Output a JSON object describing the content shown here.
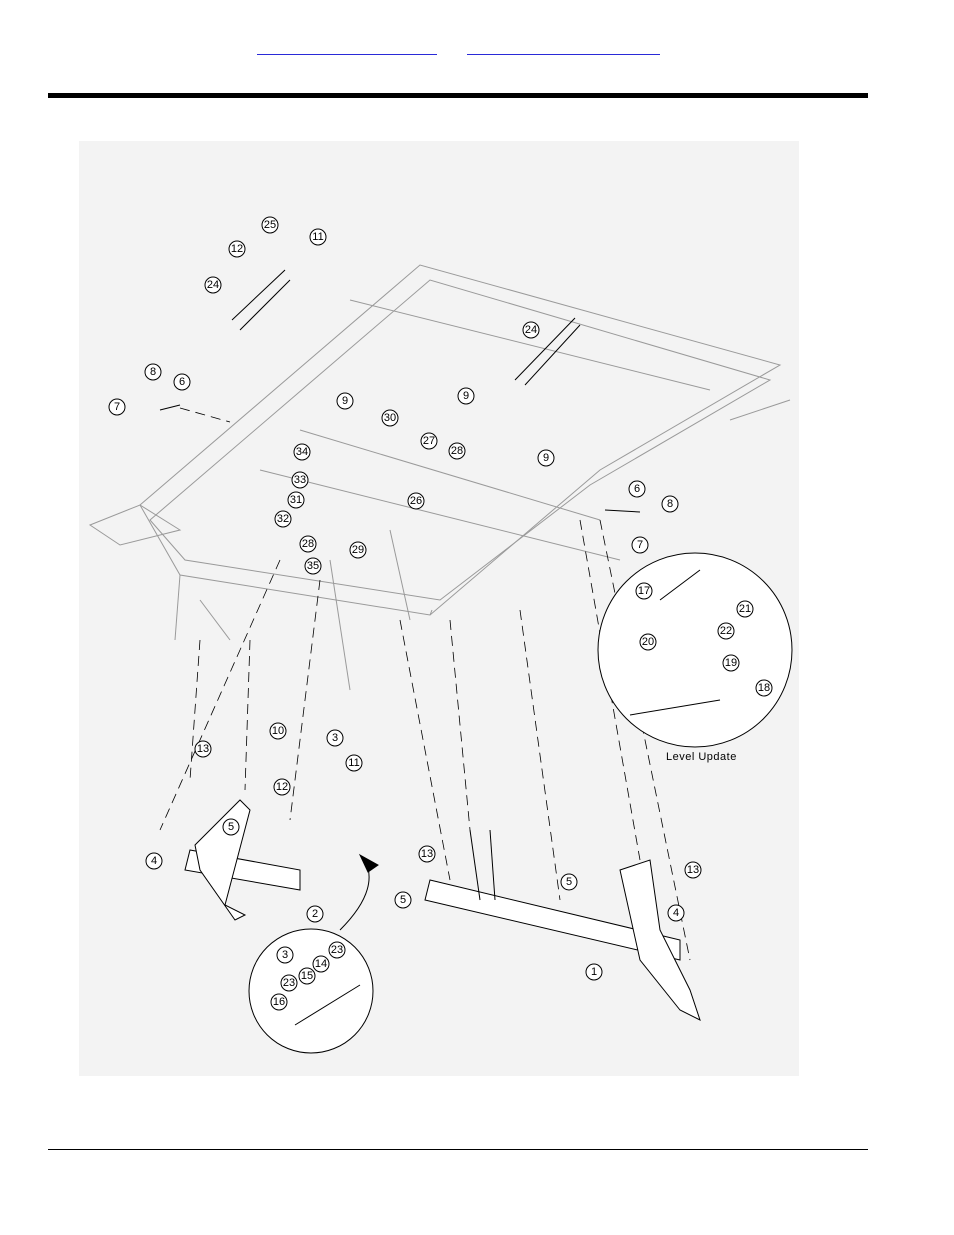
{
  "nav": {
    "link1": "",
    "link2": ""
  },
  "figure": {
    "caption": "Level Update",
    "callouts": [
      "25",
      "12",
      "11",
      "24",
      "24",
      "8",
      "6",
      "7",
      "9",
      "9",
      "30",
      "34",
      "27",
      "28",
      "33",
      "9",
      "31",
      "26",
      "32",
      "6",
      "8",
      "28",
      "29",
      "7",
      "35",
      "17",
      "21",
      "22",
      "20",
      "19",
      "18",
      "10",
      "3",
      "13",
      "11",
      "12",
      "5",
      "13",
      "4",
      "2",
      "13",
      "5",
      "5",
      "4",
      "1",
      "3",
      "23",
      "14",
      "15",
      "23",
      "16"
    ]
  }
}
